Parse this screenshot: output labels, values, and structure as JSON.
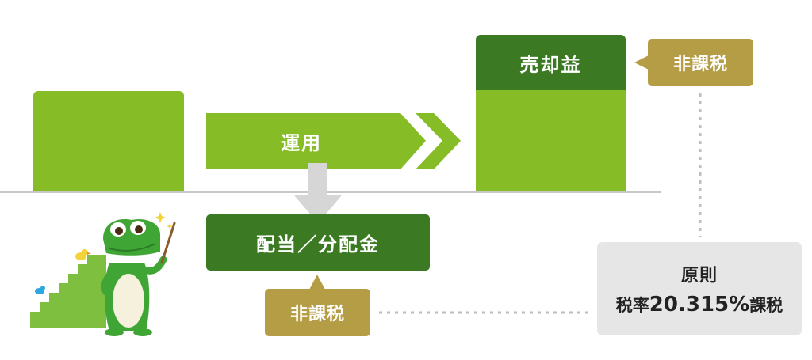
{
  "operation": {
    "label": "運用"
  },
  "sale_gain": {
    "label": "売却益",
    "tax_tag": "非課税"
  },
  "dividend": {
    "label": "配当／分配金",
    "tax_tag": "非課税"
  },
  "principle": {
    "title": "原則",
    "rate_prefix": "税率",
    "rate_value": "20.315%",
    "rate_suffix": "課税"
  },
  "colors": {
    "light_green": "#86bc25",
    "dark_green": "#3b7a23",
    "gold": "#b59d46",
    "gray_box": "#e6e6e6",
    "arrow_gray": "#d6d6d6"
  },
  "icons": {
    "mascot": "crocodile-teacher-icon",
    "sparkle": "sparkle-icon",
    "bird": "bird-icon"
  }
}
